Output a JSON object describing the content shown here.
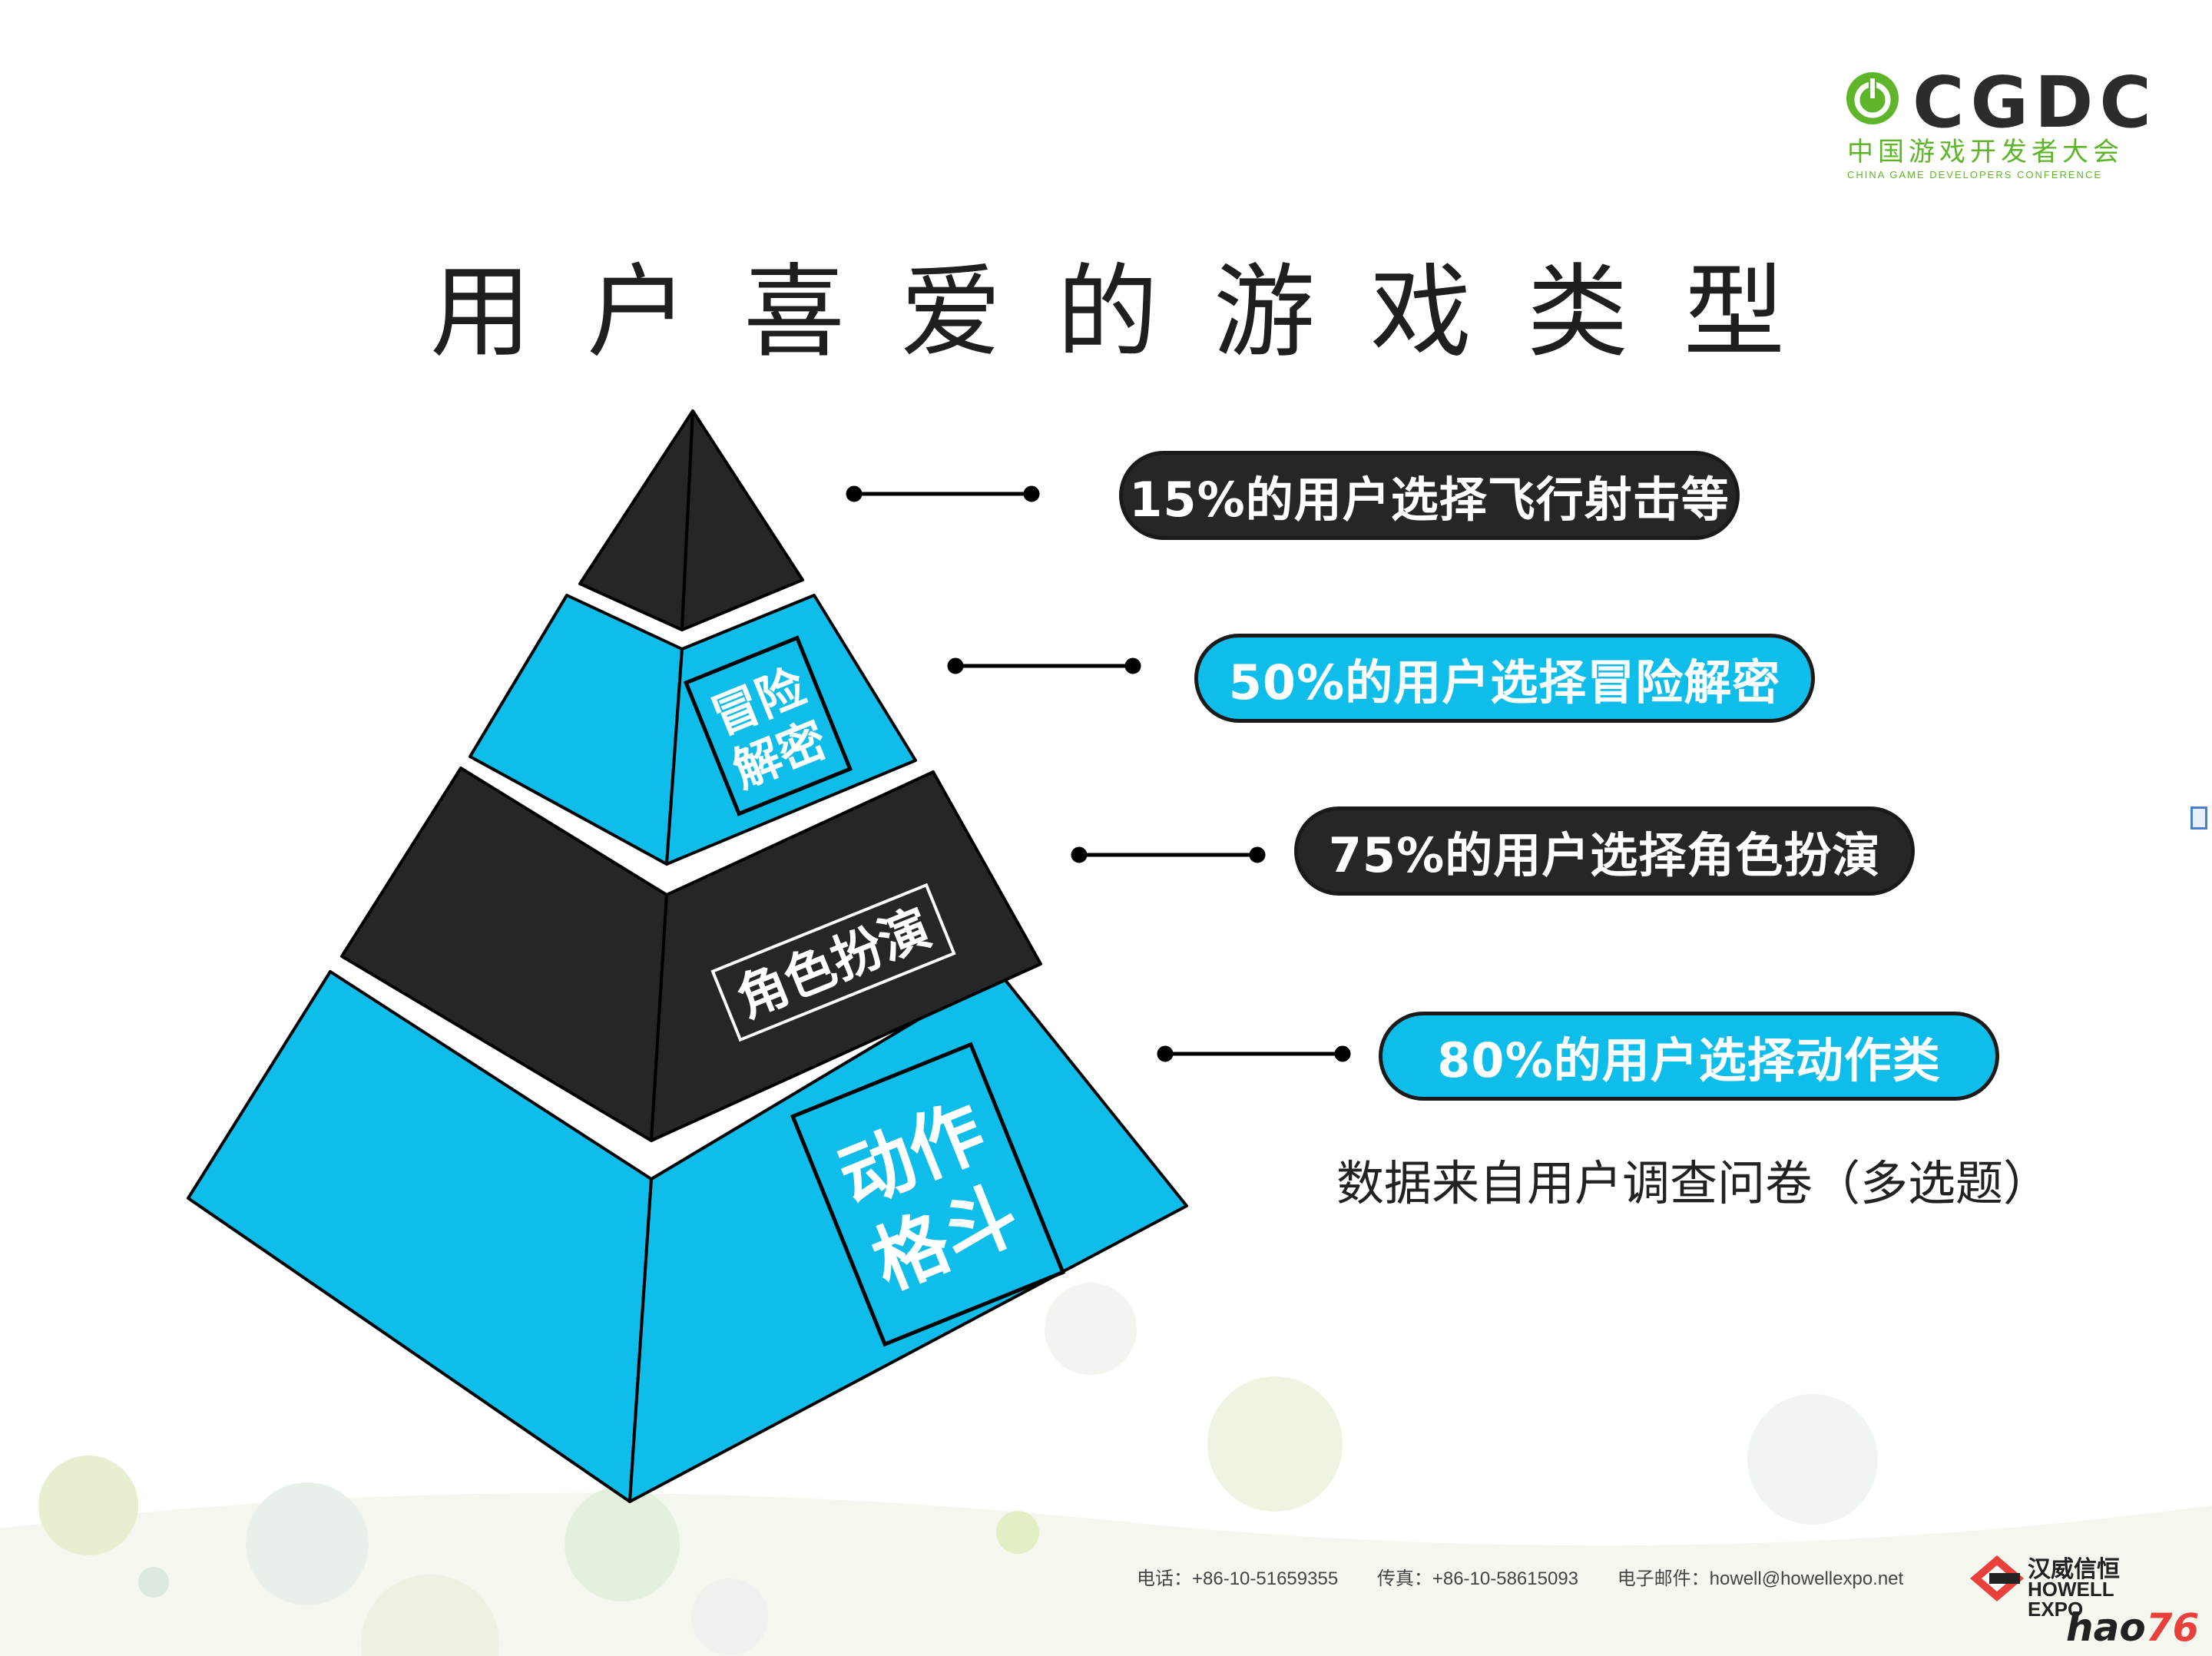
{
  "title": "用户喜爱的游戏类型",
  "logo": {
    "wordmark": "CGDC",
    "subtitle_cn": "中国游戏开发者大会",
    "subtitle_en": "CHINA GAME DEVELOPERS CONFERENCE",
    "accent_color": "#5fb52a"
  },
  "pyramid": {
    "tier_labels": {
      "adventure_line1": "冒险",
      "adventure_line2": "解密",
      "roleplay": "角色扮演",
      "action_line1": "动作",
      "action_line2": "格斗"
    },
    "colors": {
      "blue": "#0ebdea",
      "dark": "#262626",
      "outline": "#000000"
    }
  },
  "callouts": [
    {
      "text": "15%的用户选择飞行射击等",
      "style": "dark"
    },
    {
      "text": "50%的用户选择冒险解密",
      "style": "blue"
    },
    {
      "text": "75%的用户选择角色扮演",
      "style": "dark"
    },
    {
      "text": "80%的用户选择动作类",
      "style": "blue"
    }
  ],
  "note": "数据来自用户调查问卷（多选题）",
  "footer": {
    "phone": "电话：+86-10-51659355",
    "fax": "传真：+86-10-58615093",
    "email": "电子邮件：howell@howellexpo.net"
  },
  "sponsor": {
    "name_cn": "汉威信恒",
    "name_en": "HOWELL EXPO"
  },
  "watermark": {
    "text": "hao",
    "number": "76"
  }
}
